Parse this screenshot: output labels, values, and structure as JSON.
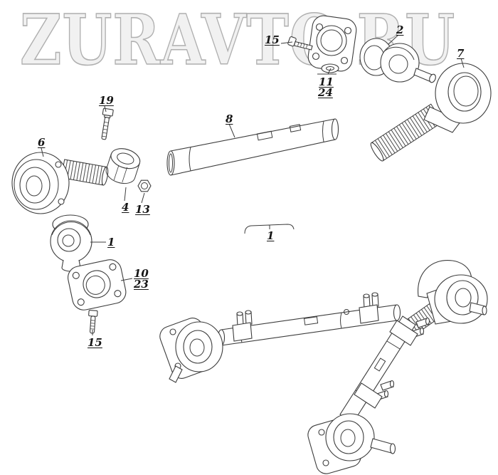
{
  "colors": {
    "background": "#ffffff",
    "line": "#3c3c3c",
    "watermark_fill": "#f1f1f1",
    "watermark_stroke": "#b0b0b0",
    "label": "#151515"
  },
  "watermark": {
    "text": "ZURAVTO.RU"
  },
  "callouts": [
    {
      "label": "15"
    },
    {
      "label": "2"
    },
    {
      "label": "7"
    },
    {
      "label": "11"
    },
    {
      "label": "24"
    },
    {
      "label": "19"
    },
    {
      "label": "8"
    },
    {
      "label": "6"
    },
    {
      "label": "4"
    },
    {
      "label": "13"
    },
    {
      "label": "1"
    },
    {
      "label": "10"
    },
    {
      "label": "23"
    },
    {
      "label": "15"
    },
    {
      "label": "1"
    }
  ]
}
